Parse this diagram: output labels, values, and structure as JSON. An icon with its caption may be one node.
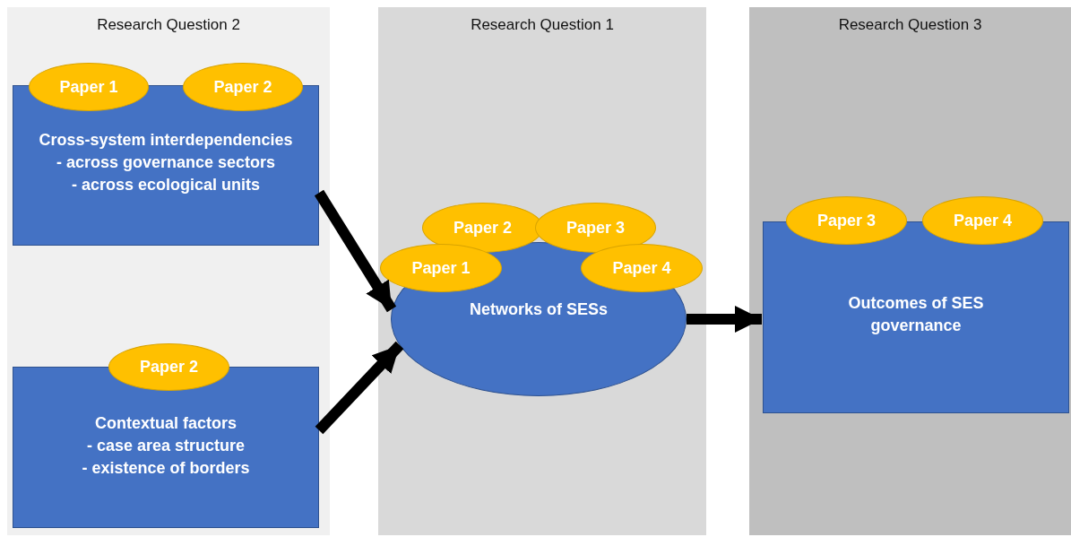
{
  "diagram": {
    "nodes": [
      {
        "text": [
          "Research Question 2"
        ]
      },
      {
        "text": [
          "Research Question 1"
        ]
      },
      {
        "text": [
          "Research Question 3"
        ]
      },
      {
        "text": [
          "Cross-system interdependencies",
          "- across governance sectors",
          "- across ecological units"
        ],
        "in": 0
      },
      {
        "text": [
          "Paper 1"
        ],
        "in": 0
      },
      {
        "text": [
          "Paper 2"
        ],
        "in": 0
      },
      {
        "text": [
          "Contextual factors",
          "- case area structure",
          "- existence of borders"
        ],
        "in": 0
      },
      {
        "text": [
          "Paper 2"
        ],
        "in": 0
      },
      {
        "text": [
          "Networks of SESs"
        ],
        "in": 1
      },
      {
        "text": [
          "Paper 2"
        ],
        "in": 1
      },
      {
        "text": [
          "Paper 3"
        ],
        "in": 1
      },
      {
        "text": [
          "Paper 1"
        ],
        "in": 1
      },
      {
        "text": [
          "Paper 4"
        ],
        "in": 1
      },
      {
        "text": [
          "Outcomes of SES governance"
        ],
        "in": 2
      },
      {
        "text": [
          "Paper 3"
        ],
        "in": 2
      },
      {
        "text": [
          "Paper 4"
        ],
        "in": 2
      }
    ],
    "edges": [
      {
        "from": 3,
        "to": 8,
        "arrow": "to"
      },
      {
        "from": 6,
        "to": 8,
        "arrow": "to"
      },
      {
        "from": 8,
        "to": 13,
        "arrow": "to"
      }
    ]
  }
}
